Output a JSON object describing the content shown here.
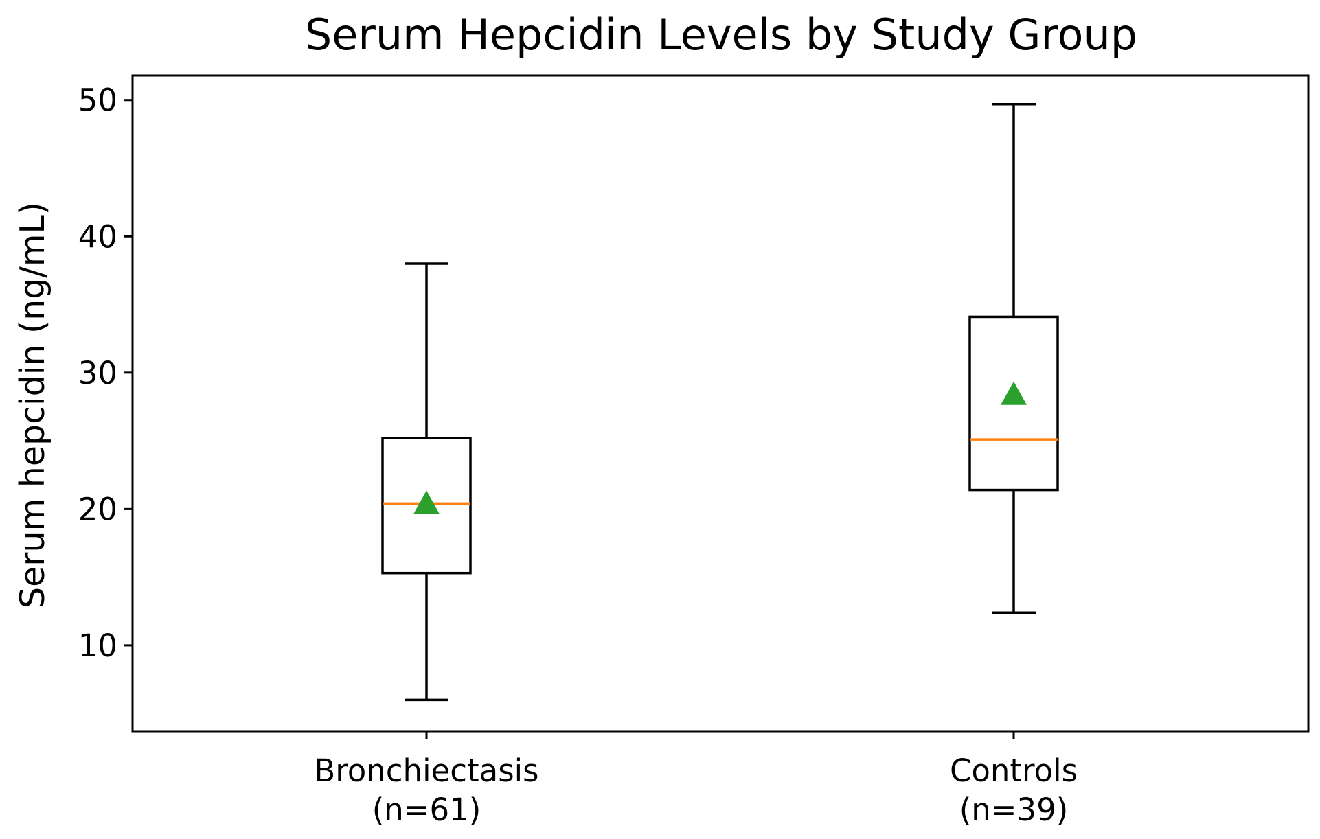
{
  "chart_data": {
    "type": "box",
    "title": "Serum Hepcidin Levels by Study Group",
    "xlabel": "",
    "ylabel": "Serum hepcidin (ng/mL)",
    "ylim": [
      3.7,
      51.8
    ],
    "yticks": [
      10,
      20,
      30,
      40,
      50
    ],
    "yticklabels": [
      "10",
      "20",
      "30",
      "40",
      "50"
    ],
    "grid": false,
    "legend": "none",
    "categories": [
      {
        "label_line1": "Bronchiectasis",
        "label_line2": "(n=61)"
      },
      {
        "label_line1": "Controls",
        "label_line2": "(n=39)"
      }
    ],
    "boxes": [
      {
        "category": "Bronchiectasis",
        "n": 61,
        "whisker_low": 6.0,
        "q1": 15.3,
        "median": 20.4,
        "q3": 25.2,
        "whisker_high": 38.0,
        "mean": 20.4
      },
      {
        "category": "Controls",
        "n": 39,
        "whisker_low": 12.4,
        "q1": 21.4,
        "median": 25.1,
        "q3": 34.1,
        "whisker_high": 49.7,
        "mean": 28.4
      }
    ],
    "colors": {
      "box": "#000000",
      "median": "#ff7f0e",
      "mean": "#2ca02c"
    }
  }
}
